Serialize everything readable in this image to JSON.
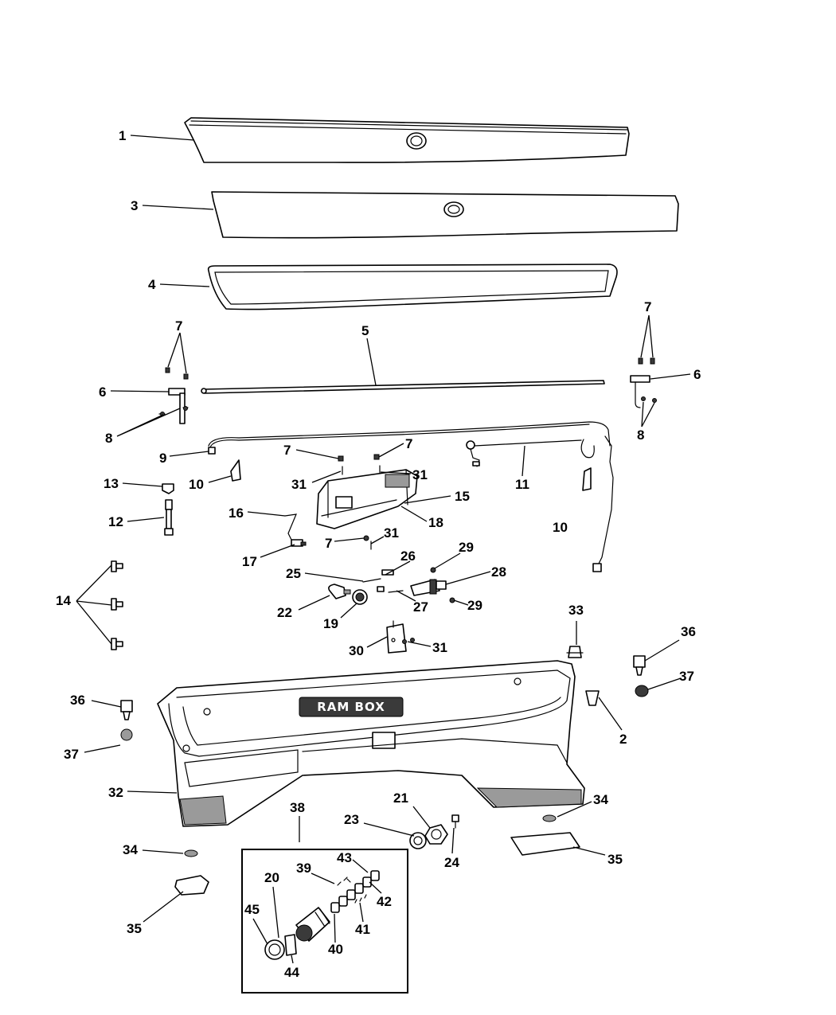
{
  "callouts": [
    {
      "id": "c1",
      "label": "1"
    },
    {
      "id": "c3",
      "label": "3"
    },
    {
      "id": "c4",
      "label": "4"
    },
    {
      "id": "c5",
      "label": "5"
    },
    {
      "id": "c7a",
      "label": "7"
    },
    {
      "id": "c7b",
      "label": "7"
    },
    {
      "id": "c7c",
      "label": "7"
    },
    {
      "id": "c7d",
      "label": "7"
    },
    {
      "id": "c7e",
      "label": "7"
    },
    {
      "id": "c6a",
      "label": "6"
    },
    {
      "id": "c6b",
      "label": "6"
    },
    {
      "id": "c8a",
      "label": "8"
    },
    {
      "id": "c8b",
      "label": "8"
    },
    {
      "id": "c9",
      "label": "9"
    },
    {
      "id": "c10a",
      "label": "10"
    },
    {
      "id": "c10b",
      "label": "10"
    },
    {
      "id": "c11",
      "label": "11"
    },
    {
      "id": "c13",
      "label": "13"
    },
    {
      "id": "c12",
      "label": "12"
    },
    {
      "id": "c31a",
      "label": "31"
    },
    {
      "id": "c31b",
      "label": "31"
    },
    {
      "id": "c31c",
      "label": "31"
    },
    {
      "id": "c31d",
      "label": "31"
    },
    {
      "id": "c15",
      "label": "15"
    },
    {
      "id": "c18",
      "label": "18"
    },
    {
      "id": "c16",
      "label": "16"
    },
    {
      "id": "c17",
      "label": "17"
    },
    {
      "id": "c14",
      "label": "14"
    },
    {
      "id": "c29a",
      "label": "29"
    },
    {
      "id": "c29b",
      "label": "29"
    },
    {
      "id": "c26",
      "label": "26"
    },
    {
      "id": "c25",
      "label": "25"
    },
    {
      "id": "c28",
      "label": "28"
    },
    {
      "id": "c22",
      "label": "22"
    },
    {
      "id": "c19",
      "label": "19"
    },
    {
      "id": "c27",
      "label": "27"
    },
    {
      "id": "c33",
      "label": "33"
    },
    {
      "id": "c30",
      "label": "30"
    },
    {
      "id": "c36a",
      "label": "36"
    },
    {
      "id": "c36b",
      "label": "36"
    },
    {
      "id": "c37a",
      "label": "37"
    },
    {
      "id": "c37b",
      "label": "37"
    },
    {
      "id": "c2",
      "label": "2"
    },
    {
      "id": "c32",
      "label": "32"
    },
    {
      "id": "c21",
      "label": "21"
    },
    {
      "id": "c38",
      "label": "38"
    },
    {
      "id": "c34a",
      "label": "34"
    },
    {
      "id": "c34b",
      "label": "34"
    },
    {
      "id": "c23",
      "label": "23"
    },
    {
      "id": "c24",
      "label": "24"
    },
    {
      "id": "c35a",
      "label": "35"
    },
    {
      "id": "c35b",
      "label": "35"
    },
    {
      "id": "c43",
      "label": "43"
    },
    {
      "id": "c39",
      "label": "39"
    },
    {
      "id": "c20",
      "label": "20"
    },
    {
      "id": "c42",
      "label": "42"
    },
    {
      "id": "c45",
      "label": "45"
    },
    {
      "id": "c41",
      "label": "41"
    },
    {
      "id": "c40",
      "label": "40"
    },
    {
      "id": "c44",
      "label": "44"
    }
  ],
  "bin_logo_text": "RAM BOX"
}
